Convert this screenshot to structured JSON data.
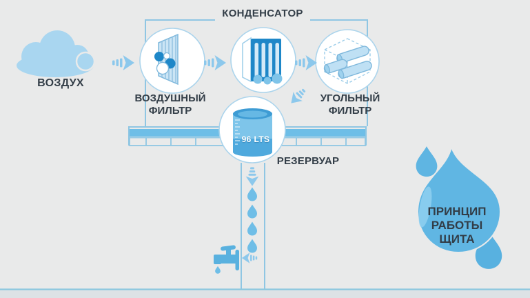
{
  "diagram": {
    "air_label": "ВОЗДУХ",
    "condenser_label": "КОНДЕНСАТОР",
    "air_filter_label": "ВОЗДУШНЫЙ ФИЛЬТР",
    "carbon_filter_label": "УГОЛЬНЫЙ ФИЛЬТР",
    "reservoir_label": "РЕЗЕРВУАР",
    "tank_volume_label": "96 LTS",
    "principle_label": "ПРИНЦИП РАБОТЫ ЩИТА"
  },
  "icons": [
    "cloud-icon",
    "air-filter-icon",
    "condenser-icon",
    "carbon-filter-icon",
    "water-tank-icon",
    "droplet-icon",
    "faucet-icon",
    "water-drop-icon",
    "dashed-arrow-icon"
  ],
  "colors": {
    "background": "#E9EAEA",
    "cloud_blue": "#A9D6F0",
    "arrow_blue": "#8CC8EC",
    "deep_blue": "#1E87C8",
    "structure_blue": "#8FC6E3",
    "band_blue": "#6EBEE7",
    "droplet_blue": "#6FBEE7",
    "big_drop_blue": "#60B6E3",
    "tank_blue": "#7EC5EA",
    "tank_dark_blue": "#4FA9DD",
    "text_dark": "#333E48",
    "ground_strip": "#DDE2E5"
  }
}
